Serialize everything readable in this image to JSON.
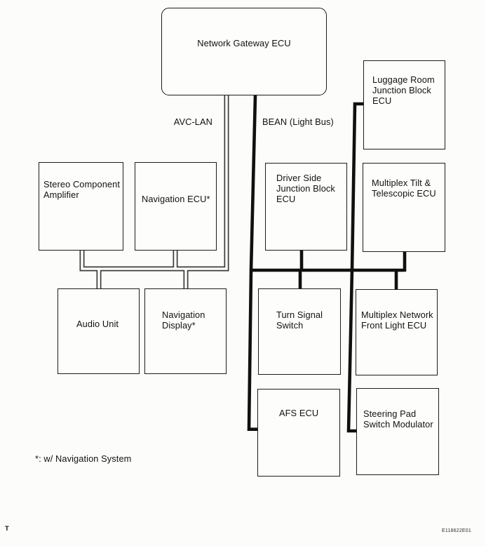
{
  "page": {
    "background_color": "#fcfcfb",
    "corner_mark": "T",
    "figure_code": "E118622E01",
    "footnote": "*: w/ Navigation System"
  },
  "buses": {
    "avc_lan": {
      "label": "AVC-LAN",
      "style": "double-line",
      "color": "#3d3d3d"
    },
    "bean": {
      "label": "BEAN (Light Bus)",
      "style": "thick-line",
      "color": "#101010"
    }
  },
  "nodes": {
    "gateway": {
      "label": "Network Gateway ECU"
    },
    "luggage": {
      "label": "Luggage Room\nJunction Block\nECU"
    },
    "stereo": {
      "label": "Stereo Component\nAmplifier"
    },
    "nav_ecu": {
      "label": "Navigation ECU*"
    },
    "driver_jb": {
      "label": "Driver Side\nJunction Block\nECU"
    },
    "tilt_tele": {
      "label": "Multiplex Tilt &\nTelescopic ECU"
    },
    "audio": {
      "label": "Audio Unit"
    },
    "nav_display": {
      "label": "Navigation\nDisplay*"
    },
    "turn_signal": {
      "label": "Turn Signal\nSwitch"
    },
    "front_light": {
      "label": "Multiplex Network\nFront Light ECU"
    },
    "afs": {
      "label": "AFS ECU"
    },
    "steering_pad": {
      "label": "Steering Pad\nSwitch Modulator"
    }
  }
}
